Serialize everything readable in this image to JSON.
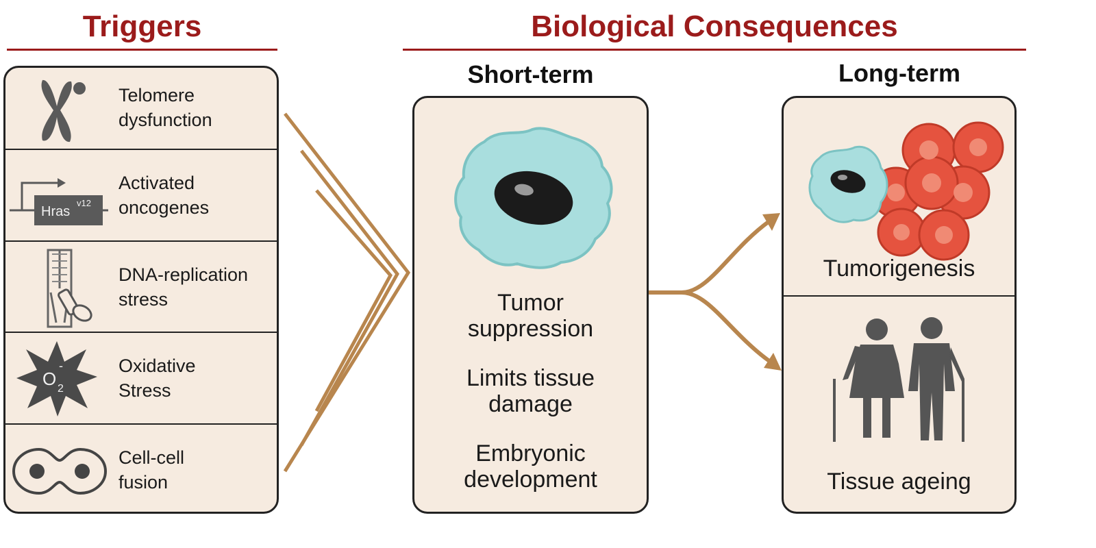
{
  "headings": {
    "triggers": "Triggers",
    "consequences": "Biological Consequences",
    "short_term": "Short-term",
    "long_term": "Long-term"
  },
  "triggers": [
    {
      "line1": "Telomere",
      "line2": "dysfunction",
      "icon": "chromosome-icon"
    },
    {
      "line1": "Activated",
      "line2": "oncogenes",
      "icon": "gene-icon",
      "gene_name": "Hras",
      "gene_sup": "v12"
    },
    {
      "line1": "DNA-replication",
      "line2": "stress",
      "icon": "dna-zipper-icon"
    },
    {
      "line1": "Oxidative",
      "line2": "Stress",
      "icon": "superoxide-icon",
      "symbol": "O",
      "sub": "2",
      "sup": "-"
    },
    {
      "line1": "Cell-cell",
      "line2": "fusion",
      "icon": "cell-fusion-icon"
    }
  ],
  "short_term": {
    "items": [
      {
        "line1": "Tumor",
        "line2": "suppression"
      },
      {
        "line1": "Limits tissue",
        "line2": "damage"
      },
      {
        "line1": "Embryonic",
        "line2": "development"
      }
    ]
  },
  "long_term": {
    "tumorigenesis": "Tumorigenesis",
    "tissue_ageing": "Tissue ageing"
  },
  "colors": {
    "heading_red": "#9b1b1b",
    "panel_fill": "#f6ebe0",
    "arrow_tan": "#b8864e",
    "cell_cyan": "#a9dede",
    "tumor_red": "#e5533f",
    "figure_gray": "#555555"
  }
}
